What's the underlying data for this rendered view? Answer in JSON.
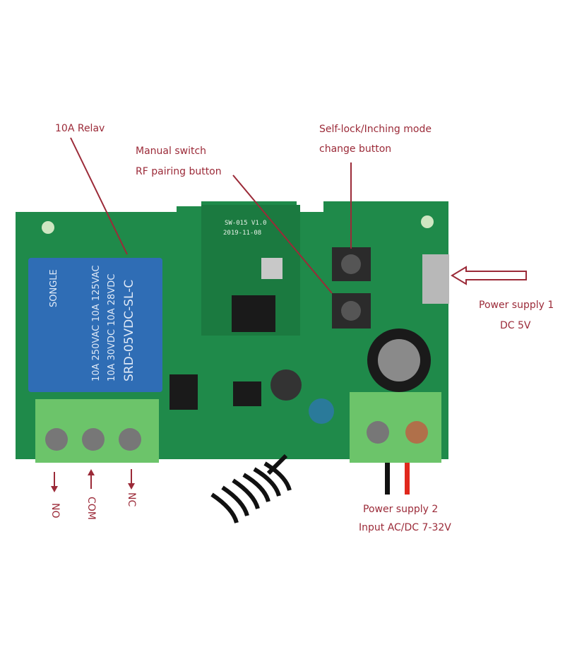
{
  "labels": {
    "relay": "10A Relav",
    "manual_switch_line1": "Manual switch",
    "manual_switch_line2": "RF pairing button",
    "mode_button_line1": "Self-lock/Inching mode",
    "mode_button_line2": "change button",
    "power1_line1": "Power supply 1",
    "power1_line2": "DC 5V",
    "power2_line1": "Power supply 2",
    "power2_line2": "Input AC/DC 7-32V",
    "terminal_no": "NO",
    "terminal_com": "COM",
    "terminal_nc": "NC"
  },
  "board_print": {
    "module_id": "SW-015 V1.0",
    "module_date": "2019-11-08",
    "relay_brand": "SONGLE",
    "relay_model": "SRD-05VDC-SL-C",
    "relay_rating1": "10A 250VAC  10A 125VAC",
    "relay_rating2": "10A 30VDC  10A 28VDC"
  },
  "colors": {
    "annotation": "#9b2a38",
    "pcb": "#1f8a4a",
    "relay": "#2f6db5",
    "terminal": "#6cc46a"
  }
}
